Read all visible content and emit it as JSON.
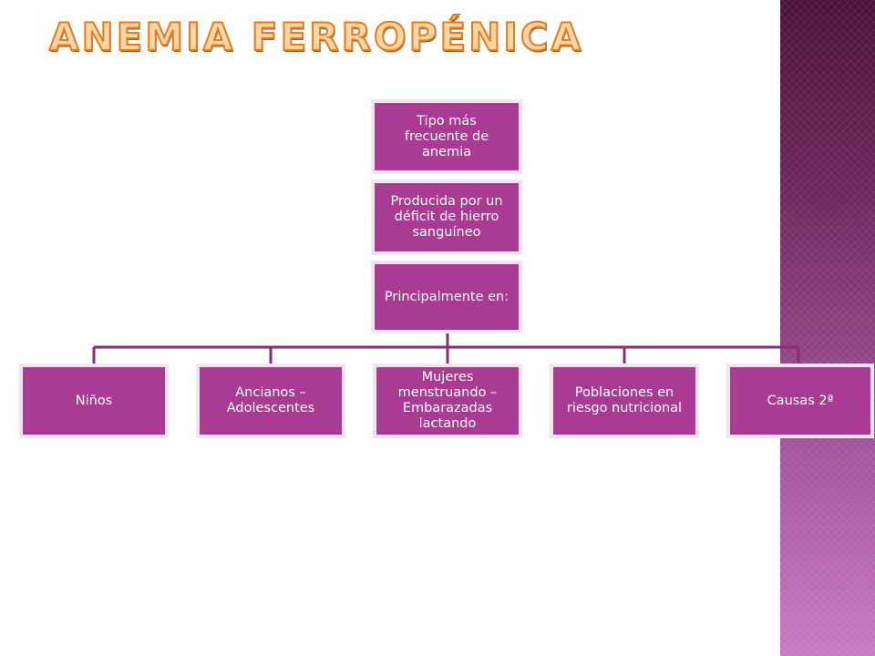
{
  "title": "ANEMIA FERROPÉNICA",
  "colors": {
    "node_fill": "#a93b93",
    "node_border": "#f3e4ef",
    "connector": "#8a2c74",
    "title_fill": "#fbd7a8",
    "title_stroke": "#e87a1e",
    "band_top": "#4a1238",
    "band_bottom": "#c77ac0"
  },
  "hierarchy": [
    "Tipo más frecuente de anemia",
    "Producida por un déficit de hierro sanguíneo",
    "Principalmente en:"
  ],
  "children": [
    "Niños",
    "Ancianos – Adolescentes",
    "Mujeres menstruando – Embarazadas lactando",
    "Poblaciones en riesgo nutricional",
    "Causas 2ª"
  ]
}
